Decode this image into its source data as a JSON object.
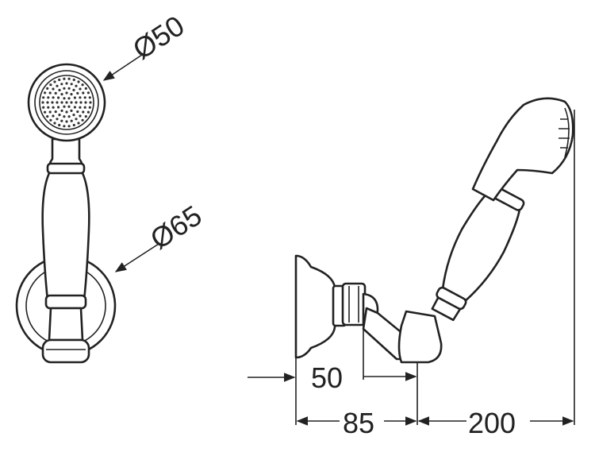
{
  "dimensions": {
    "head_diameter": "Ø50",
    "bracket_diameter": "Ø65",
    "offset": "50",
    "wall_depth": "85",
    "length": "200"
  },
  "colors": {
    "line": "#222222",
    "background": "#ffffff"
  }
}
